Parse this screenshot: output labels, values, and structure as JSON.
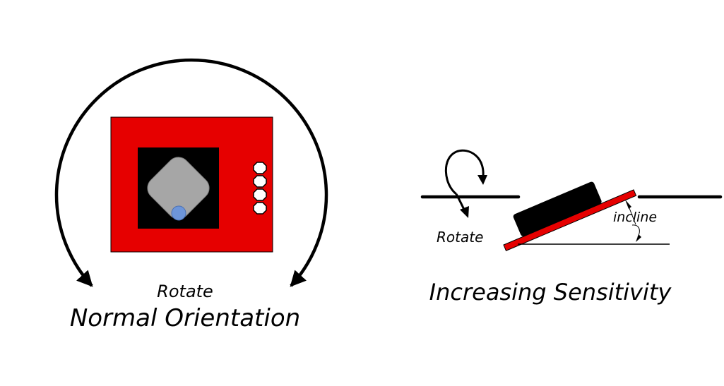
{
  "left_panel": {
    "rotate_label": "Rotate",
    "caption": "Normal Orientation"
  },
  "right_panel": {
    "rotate_label": "Rotate",
    "incline_label": "incline",
    "caption": "Increasing Sensitivity"
  },
  "colors": {
    "board": "#e60000",
    "chip": "#000000",
    "sensor": "#a6a6a6",
    "dot": "#6d95d9",
    "pins": "#ffffff",
    "stroke": "#000000"
  }
}
